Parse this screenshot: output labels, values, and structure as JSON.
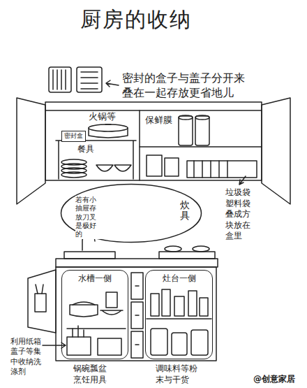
{
  "diagram": {
    "title": "厨房的收纳",
    "nodes": [
      {
        "text": [
          "密封盒"
        ]
      },
      {
        "text": [
          "若有小抽屉存放刀叉是极好的",
          "炊具"
        ]
      },
      {
        "text": [
          "水槽一侧"
        ]
      },
      {
        "text": [
          "灶台一侧"
        ]
      }
    ],
    "labels": [
      "密封的盒子与盖子分开来叠在一起存放更省地儿",
      "火锅等",
      "保鲜膜",
      "餐具",
      "垃圾袋塑料袋叠成方块放在盒里",
      "利用纸箱盖子等集中收纳洗涤剂",
      "锅碗瓢盆烹饪用具",
      "调味料等粉末与干货",
      "@创意家居"
    ]
  }
}
